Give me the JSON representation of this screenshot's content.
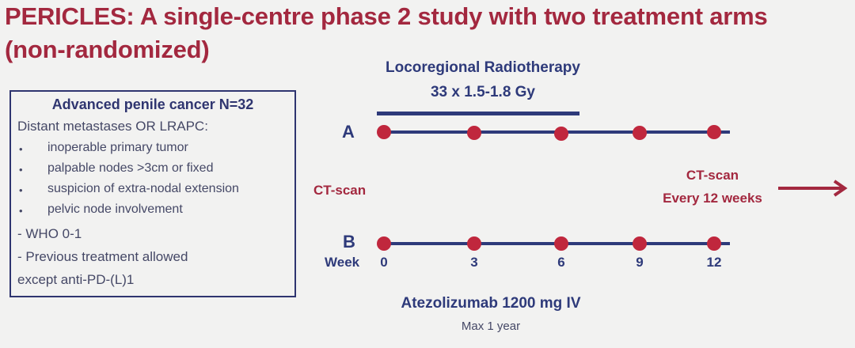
{
  "slide": {
    "title_line1": "PERICLES: A single-centre phase 2 study with two treatment arms",
    "title_line2": "(non-randomized)",
    "title_color": "#a3283f",
    "accent_navy": "#2e3a7a",
    "dot_color": "#c0273d"
  },
  "criteria": {
    "heading": "Advanced penile cancer N=32",
    "subheading": "Distant metastases OR LRAPC:",
    "bullets": [
      "inoperable primary tumor",
      "palpable nodes >3cm or fixed",
      "suspicion of extra-nodal extension",
      "pelvic node involvement"
    ],
    "bullet_glyph": "•",
    "extra_lines": [
      "- WHO 0-1",
      "- Previous treatment allowed",
      "except anti-PD-(L)1"
    ]
  },
  "radiotherapy": {
    "label": "Locoregional Radiotherapy",
    "dose": "33 x 1.5-1.8 Gy"
  },
  "arms": {
    "a_label": "A",
    "b_label": "B"
  },
  "timeline": {
    "week_label": "Week",
    "weeks": [
      "0",
      "3",
      "6",
      "9",
      "12"
    ]
  },
  "ct_scan": {
    "baseline": "CT-scan",
    "followup_line1": "CT-scan",
    "followup_line2": "Every 12 weeks",
    "arrow_icon": "arrow-right"
  },
  "drug": {
    "name": "Atezolizumab 1200 mg IV",
    "duration": "Max 1 year"
  }
}
